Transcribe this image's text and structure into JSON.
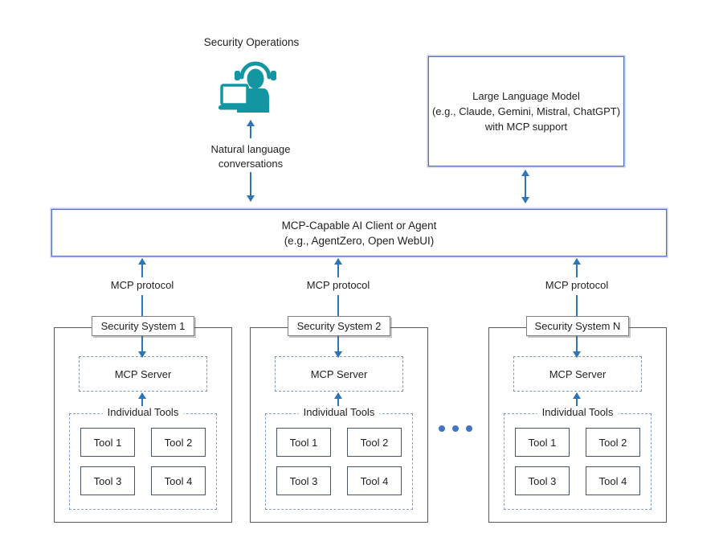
{
  "title": "MCP security operations architecture diagram",
  "colors": {
    "icon_teal": "#1396a2",
    "arrow_blue": "#2e75b6",
    "ellipsis_blue": "#4472c4",
    "blue_box_border": "#4d74ae",
    "container_border": "#595959",
    "server_dash_border": "#8496b0",
    "tools_dash_border": "#7f9fd8",
    "tool_border": "#44546a"
  },
  "operator": {
    "label": "Security Operations",
    "icon": "support-agent-icon"
  },
  "conversation_label": {
    "line1": "Natural language",
    "line2": "conversations"
  },
  "llm_box": {
    "line1": "Large Language Model",
    "line2": "(e.g., Claude, Gemini, Mistral, ChatGPT)",
    "line3": "with MCP support"
  },
  "client_box": {
    "line1": "MCP-Capable AI Client or Agent",
    "line2": "(e.g., AgentZero, Open WebUI)"
  },
  "protocol_label": "MCP protocol",
  "systems": [
    {
      "label": "Security System 1",
      "server_label": "MCP Server",
      "tools_title": "Individual Tools",
      "tools": [
        "Tool 1",
        "Tool 2",
        "Tool 3",
        "Tool 4"
      ]
    },
    {
      "label": "Security System 2",
      "server_label": "MCP Server",
      "tools_title": "Individual Tools",
      "tools": [
        "Tool 1",
        "Tool 2",
        "Tool 3",
        "Tool 4"
      ]
    },
    {
      "label": "Security System N",
      "server_label": "MCP Server",
      "tools_title": "Individual Tools",
      "tools": [
        "Tool 1",
        "Tool 2",
        "Tool 3",
        "Tool 4"
      ]
    }
  ]
}
